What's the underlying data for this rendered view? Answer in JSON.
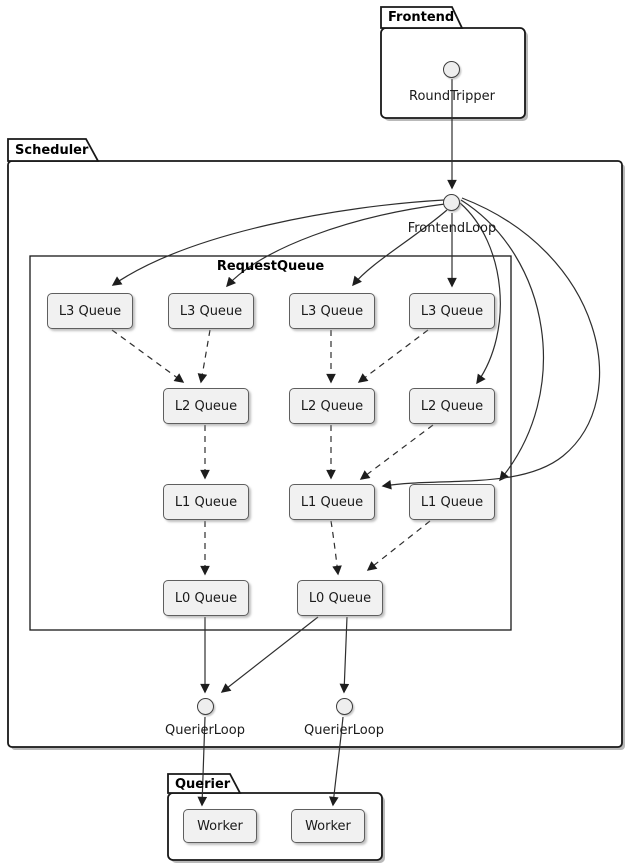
{
  "diagram": {
    "frontend": {
      "title": "Frontend",
      "round_tripper": {
        "label": "RoundTripper"
      }
    },
    "scheduler": {
      "title": "Scheduler",
      "frontend_loop": {
        "label": "FrontendLoop"
      },
      "request_queue": {
        "title": "RequestQueue",
        "rows": [
          {
            "level": "L3",
            "items": [
              "L3 Queue",
              "L3 Queue",
              "L3 Queue",
              "L3 Queue"
            ]
          },
          {
            "level": "L2",
            "items": [
              "L2 Queue",
              "L2 Queue",
              "L2 Queue"
            ]
          },
          {
            "level": "L1",
            "items": [
              "L1 Queue",
              "L1 Queue",
              "L1 Queue"
            ]
          },
          {
            "level": "L0",
            "items": [
              "L0 Queue",
              "L0 Queue"
            ]
          }
        ]
      },
      "querier_loops": [
        {
          "label": "QuerierLoop"
        },
        {
          "label": "QuerierLoop"
        }
      ]
    },
    "querier": {
      "title": "Querier",
      "workers": [
        {
          "label": "Worker"
        },
        {
          "label": "Worker"
        }
      ]
    },
    "colors": {
      "node_fill": "#f1f1f1",
      "node_border": "#5f5f5f",
      "edge": "#2e2e2e",
      "package_border": "#181818",
      "package_fill": "#ffffff",
      "text": "#121212"
    }
  }
}
